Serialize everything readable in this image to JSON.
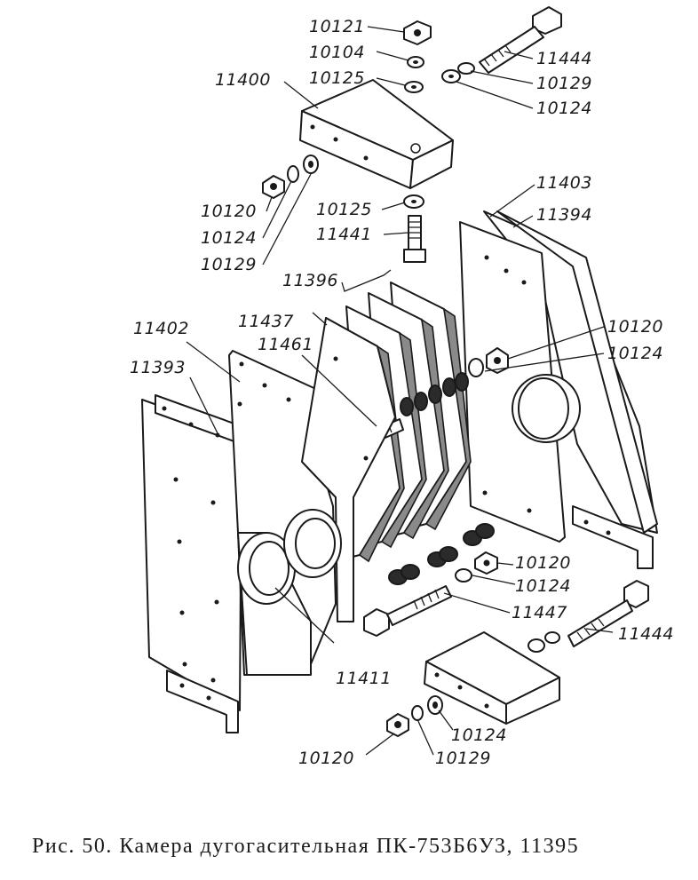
{
  "caption": "Рис. 50. Камера дугогасительная ПК-753Б6УЗ, 11395",
  "labels": {
    "l10121": "10121",
    "l10104": "10104",
    "l10125a": "10125",
    "l11400": "11400",
    "l11444a": "11444",
    "l10129a": "10129",
    "l10124a": "10124",
    "l10120a": "10120",
    "l10124b": "10124",
    "l10129b": "10129",
    "l10125b": "10125",
    "l11441": "11441",
    "l11403": "11403",
    "l11394": "11394",
    "l11396": "11396",
    "l11402": "11402",
    "l11437": "11437",
    "l11461": "11461",
    "l11393": "11393",
    "l10120b": "10120",
    "l10124c": "10124",
    "l10120c": "10120",
    "l10124d": "10124",
    "l11447": "11447",
    "l11444b": "11444",
    "l11411": "11411",
    "l10124e": "10124",
    "l10120d": "10120",
    "l10129c": "10129"
  }
}
